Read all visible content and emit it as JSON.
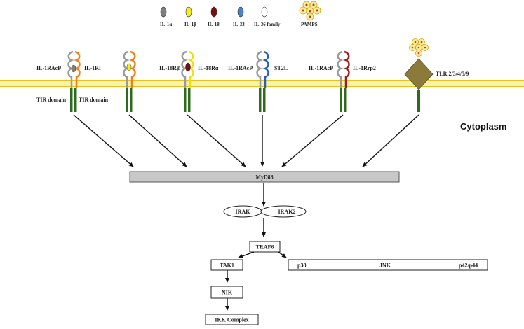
{
  "legend": {
    "items": [
      {
        "label": "IL-1α",
        "color": "#7f7f7f"
      },
      {
        "label": "IL-1β",
        "color": "#f7ee22"
      },
      {
        "label": "IL-18",
        "color": "#7a0d0d"
      },
      {
        "label": "IL-33",
        "color": "#4a7fc9"
      },
      {
        "label": "IL-36 family",
        "color": "#ffffff"
      }
    ],
    "pamps_label": "PAMPS"
  },
  "receptors": {
    "r1_left": "IL-1RAcP",
    "r1_right": "IL-1RI",
    "r3_left": "IL-18Rβ",
    "r3_right": "IL-18Rα",
    "r4_left": "IL-1RAcP",
    "r4_right": "ST2L",
    "r5_left": "IL-1RAcP",
    "r5_right": "IL-1Rrp2",
    "tlr": "TLR 2/3/4/5/9"
  },
  "tir": {
    "left": "TIR domain",
    "right": "TIR domain"
  },
  "cytoplasm": "Cytoplasm",
  "pathway": {
    "myd88": "MyD88",
    "irak": "IRAK",
    "irak2": "IRAK2",
    "traf6": "TRAF6",
    "tak1": "TAK1",
    "nik": "NIK",
    "ikk": "IKK Complex",
    "mapk": [
      "p38",
      "JNK",
      "p42/p44"
    ]
  },
  "colors": {
    "membrane_fill": "#f6f3b0",
    "membrane_line": "#e8c21a",
    "tir_green": "#2f6b1f",
    "myd88_fill": "#c8c8c8",
    "tlr_fill": "#8b7a3a",
    "chain_gray": "#9a9a9a",
    "chain_orange": "#f07f1a",
    "chain_yellow": "#f2e100",
    "chain_blue": "#2b5fb0",
    "chain_red": "#a31818"
  }
}
